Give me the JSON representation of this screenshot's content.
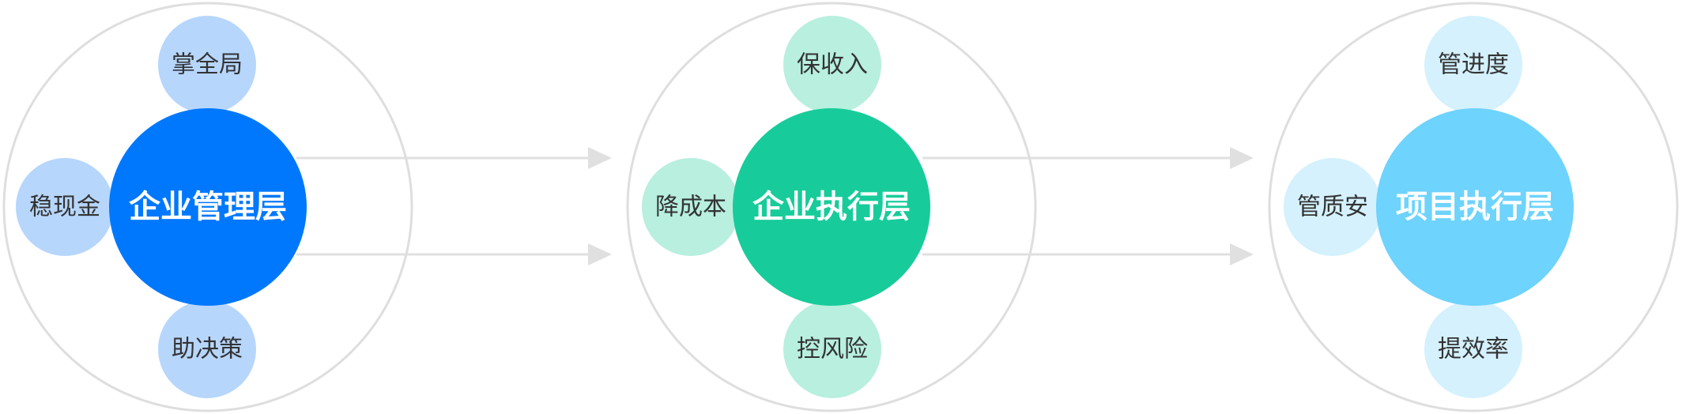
{
  "colors": {
    "ring": "#dedede",
    "arrow": "#e0e0e0",
    "satellite_text": "#333333",
    "main_text": "#ffffff"
  },
  "layers": [
    {
      "label": "企业管理层",
      "main_color": "#0078fd",
      "satellite_color": "#b7d6fc",
      "satellites": {
        "top": "掌全局",
        "left": "稳现金",
        "bottom": "助决策"
      }
    },
    {
      "label": "企业执行层",
      "main_color": "#17cc9a",
      "satellite_color": "#b8efdf",
      "satellites": {
        "top": "保收入",
        "left": "降成本",
        "bottom": "控风险"
      }
    },
    {
      "label": "项目执行层",
      "main_color": "#6ed3fd",
      "satellite_color": "#d4f1fd",
      "satellites": {
        "top": "管进度",
        "left": "管质安",
        "bottom": "提效率"
      }
    }
  ]
}
